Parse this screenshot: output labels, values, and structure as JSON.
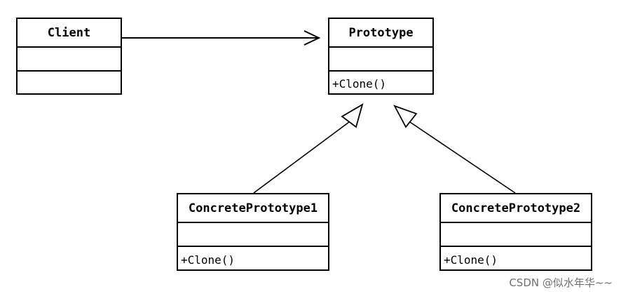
{
  "classes": {
    "client": {
      "name": "Client",
      "attributes": "",
      "methods": ""
    },
    "prototype": {
      "name": "Prototype",
      "attributes": "",
      "methods": "+Clone()"
    },
    "concrete1": {
      "name": "ConcretePrototype1",
      "attributes": "",
      "methods": "+Clone()"
    },
    "concrete2": {
      "name": "ConcretePrototype2",
      "attributes": "",
      "methods": "+Clone()"
    }
  },
  "relations": [
    {
      "from": "Client",
      "to": "Prototype",
      "kind": "association"
    },
    {
      "from": "ConcretePrototype1",
      "to": "Prototype",
      "kind": "generalization"
    },
    {
      "from": "ConcretePrototype2",
      "to": "Prototype",
      "kind": "generalization"
    }
  ],
  "watermark": "CSDN @似水年华~~"
}
